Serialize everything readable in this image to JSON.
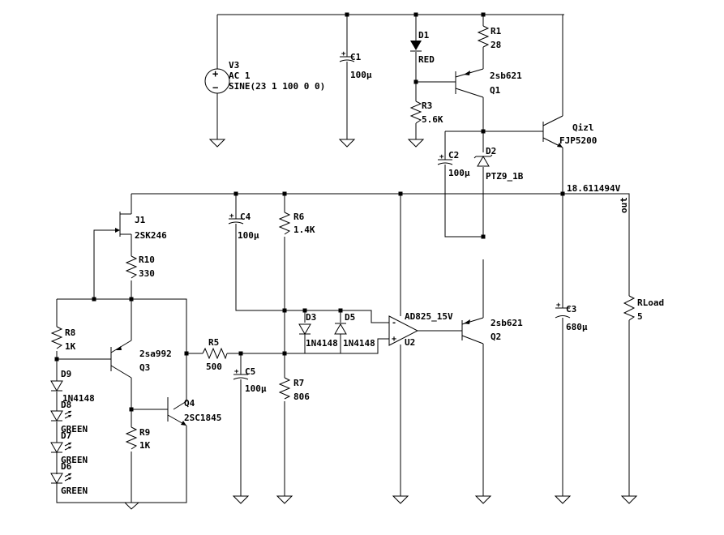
{
  "components": {
    "v3": {
      "name": "V3",
      "value1": "AC 1",
      "value2": "SINE(23 1 100 0 0)"
    },
    "c1": {
      "name": "C1",
      "value": "100µ"
    },
    "d1": {
      "name": "D1",
      "value": "RED"
    },
    "r3": {
      "name": "R3",
      "value": "5.6K"
    },
    "r1": {
      "name": "R1",
      "value": "28"
    },
    "q1": {
      "name": "Q1",
      "value": "2sb621"
    },
    "qizl": {
      "name": "Qizl",
      "value": "FJP5200"
    },
    "c2": {
      "name": "C2",
      "value": "100µ"
    },
    "d2": {
      "name": "D2",
      "value": "PTZ9_1B"
    },
    "j1": {
      "name": "J1",
      "value": "2SK246"
    },
    "c4": {
      "name": "C4",
      "value": "100µ"
    },
    "r6": {
      "name": "R6",
      "value": "1.4K"
    },
    "r10": {
      "name": "R10",
      "value": "330"
    },
    "r8": {
      "name": "R8",
      "value": "1K"
    },
    "q3": {
      "name": "Q3",
      "value": "2sa992"
    },
    "r5": {
      "name": "R5",
      "value": "500"
    },
    "d3": {
      "name": "D3",
      "value": "1N4148"
    },
    "d5": {
      "name": "D5",
      "value": "1N4148"
    },
    "u2": {
      "name": "U2",
      "value": "AD825_15V"
    },
    "q2": {
      "name": "Q2",
      "value": "2sb621"
    },
    "c3": {
      "name": "C3",
      "value": "680µ"
    },
    "rload": {
      "name": "RLoad",
      "value": "5"
    },
    "d9": {
      "name": "D9",
      "value": "1N4148"
    },
    "d8": {
      "name": "D8",
      "value": "GREEN"
    },
    "d7": {
      "name": "D7",
      "value": "GREEN"
    },
    "d6": {
      "name": "D6",
      "value": "GREEN"
    },
    "q4": {
      "name": "Q4",
      "value": "2SC1845"
    },
    "r9": {
      "name": "R9",
      "value": "1K"
    },
    "c5": {
      "name": "C5",
      "value": "100µ"
    },
    "r7": {
      "name": "R7",
      "value": "806"
    }
  },
  "net_labels": {
    "out": "out",
    "voltage_readout": "18.611494V"
  },
  "symbols": {
    "plus": "+",
    "minus": "-",
    "source_plus": "+",
    "source_minus": "−"
  }
}
